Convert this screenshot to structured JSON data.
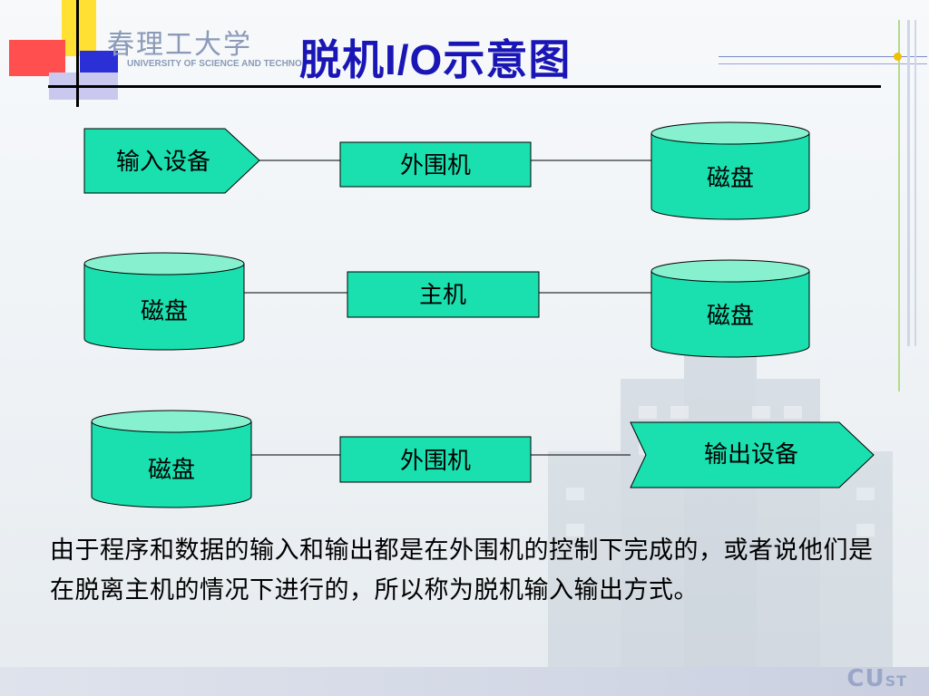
{
  "header": {
    "title": "脱机I/O示意图",
    "school_name": "春理工大学",
    "school_name_en": "UNIVERSITY OF SCIENCE AND TECHNO"
  },
  "diagram": {
    "rows": [
      {
        "source": {
          "shape": "pentagon",
          "label": "输入设备"
        },
        "middle": {
          "label": "外围机"
        },
        "target": {
          "shape": "cylinder",
          "label": "磁盘"
        }
      },
      {
        "source": {
          "shape": "cylinder",
          "label": "磁盘"
        },
        "middle": {
          "label": "主机"
        },
        "target": {
          "shape": "cylinder",
          "label": "磁盘"
        }
      },
      {
        "source": {
          "shape": "cylinder",
          "label": "磁盘"
        },
        "middle": {
          "label": "外围机"
        },
        "target": {
          "shape": "pentagon",
          "label": "输出设备"
        }
      }
    ]
  },
  "caption": "由于程序和数据的输入和输出都是在外围机的控制下完成的，或者说他们是在脱离主机的情况下进行的，所以称为脱机输入输出方式。",
  "footer": {
    "logo_big": "CU",
    "logo_small": "ST"
  },
  "colors": {
    "shape_fill": "#1ae0b0",
    "shape_top": "#86f0cf",
    "title": "#1a16b6"
  }
}
